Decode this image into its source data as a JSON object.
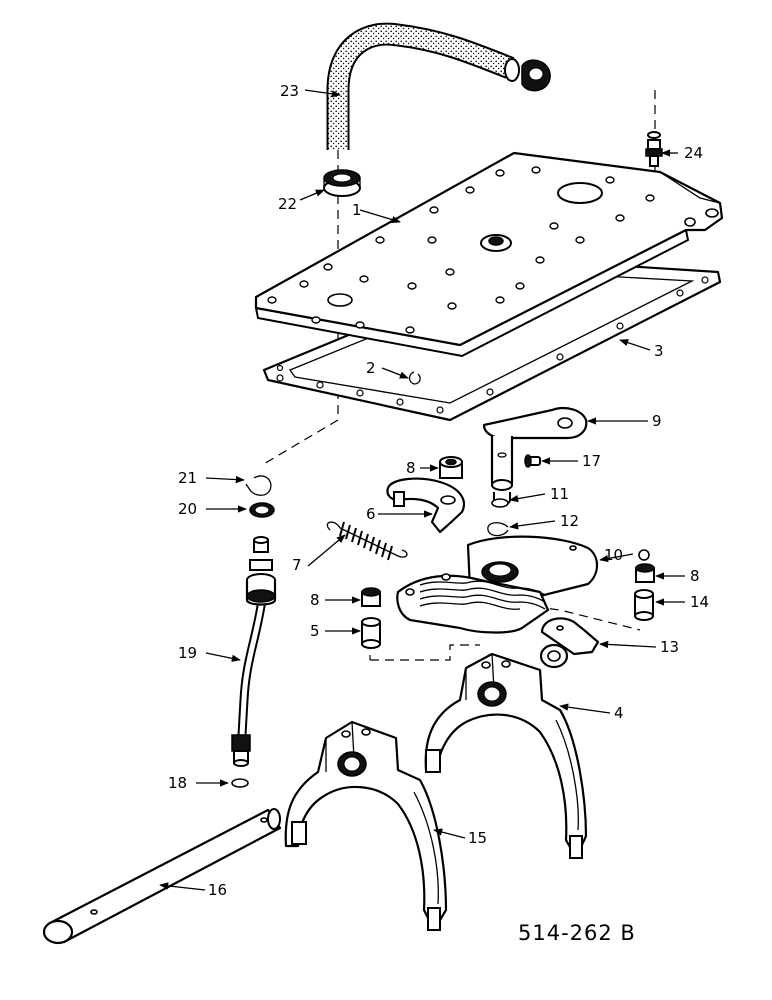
{
  "diagram": {
    "drawing_code": "514-262 B",
    "callouts": [
      "1",
      "2",
      "3",
      "4",
      "5",
      "6",
      "7",
      "8",
      "9",
      "10",
      "11",
      "12",
      "13",
      "14",
      "15",
      "16",
      "17",
      "18",
      "19",
      "20",
      "21",
      "22",
      "23",
      "24"
    ]
  }
}
